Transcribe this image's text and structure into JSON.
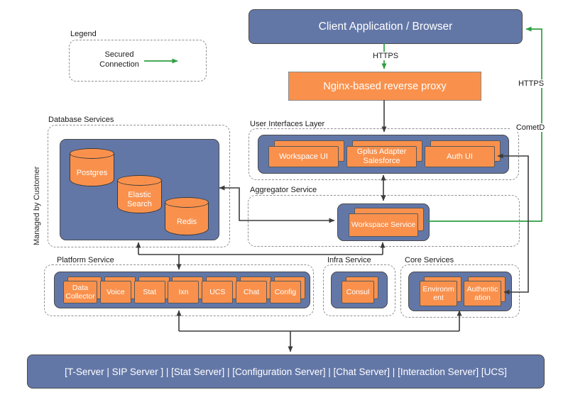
{
  "colors": {
    "blue": "#6377a7",
    "orange": "#f9914d",
    "green": "#2f9e41",
    "line": "#3c3c3c"
  },
  "legend": {
    "title": "Legend",
    "secured_connection": "Secured Connection"
  },
  "labels": {
    "https_top": "HTTPS",
    "https_right": "HTTPS",
    "cometd": "CometD"
  },
  "nodes": {
    "client_app": "Client Application / Browser",
    "nginx": "Nginx-based reverse proxy",
    "backend_bar": "[T-Server | SIP Server ] | [Stat Server] | [Configuration Server] | [Chat Server] | [Interaction Server] [UCS]"
  },
  "groups": {
    "database": {
      "title": "Database Services",
      "side_note": "Managed by Customer",
      "items": [
        "Postgres",
        "Elastic Search",
        "Redis"
      ]
    },
    "ui_layer": {
      "title": "User Interfaces Layer",
      "items": [
        "Workspace UI",
        "Gplus Adapter Salesforce",
        "Auth UI"
      ]
    },
    "aggregator": {
      "title": "Aggregator Service",
      "items": [
        "Workspace Service"
      ]
    },
    "platform": {
      "title": "Platform Service",
      "items": [
        "Data Collector",
        "Voice",
        "Stat",
        "Ixn",
        "UCS",
        "Chat",
        "Config"
      ]
    },
    "infra": {
      "title": "Infra Service",
      "items": [
        "Consul"
      ]
    },
    "core": {
      "title": "Core Services",
      "items": [
        "Environment",
        "Authentication"
      ]
    }
  }
}
